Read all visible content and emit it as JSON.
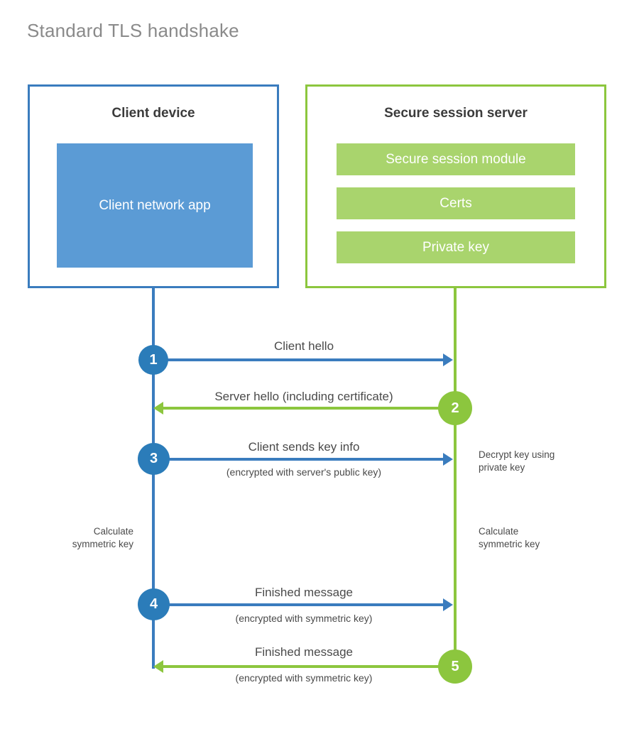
{
  "title": "Standard TLS handshake",
  "parties": {
    "client": {
      "title": "Client device",
      "block": "Client network app"
    },
    "server": {
      "title": "Secure session server",
      "blocks": [
        "Secure session module",
        "Certs",
        "Private key"
      ]
    }
  },
  "steps": [
    {
      "number": "1",
      "label": "Client hello",
      "sublabel": "",
      "direction": "client-to-server",
      "color": "#2b7cb9"
    },
    {
      "number": "2",
      "label": "Server hello (including certificate)",
      "sublabel": "",
      "direction": "server-to-client",
      "color": "#8cc63e"
    },
    {
      "number": "3",
      "label": "Client sends key info",
      "sublabel": "(encrypted with server's public key)",
      "direction": "client-to-server",
      "color": "#2b7cb9"
    },
    {
      "number": "4",
      "label": "Finished message",
      "sublabel": "(encrypted with symmetric key)",
      "direction": "client-to-server",
      "color": "#2b7cb9"
    },
    {
      "number": "5",
      "label": "Finished message",
      "sublabel": "(encrypted with symmetric key)",
      "direction": "server-to-client",
      "color": "#8cc63e"
    }
  ],
  "notes": {
    "decrypt_key": "Decrypt key using\nprivate key",
    "decrypt_key_line1": "Decrypt key using",
    "decrypt_key_line2": "private key",
    "client_calculate_line1": "Calculate",
    "client_calculate_line2": "symmetric key",
    "server_calculate_line1": "Calculate",
    "server_calculate_line2": "symmetric key"
  },
  "colors": {
    "client_border": "#3a7cbe",
    "client_fill": "#5b9bd5",
    "server_border": "#8cc63e",
    "server_fill": "#a9d46d",
    "title_text": "#8a8a8a",
    "body_text": "#4a4a4a"
  }
}
